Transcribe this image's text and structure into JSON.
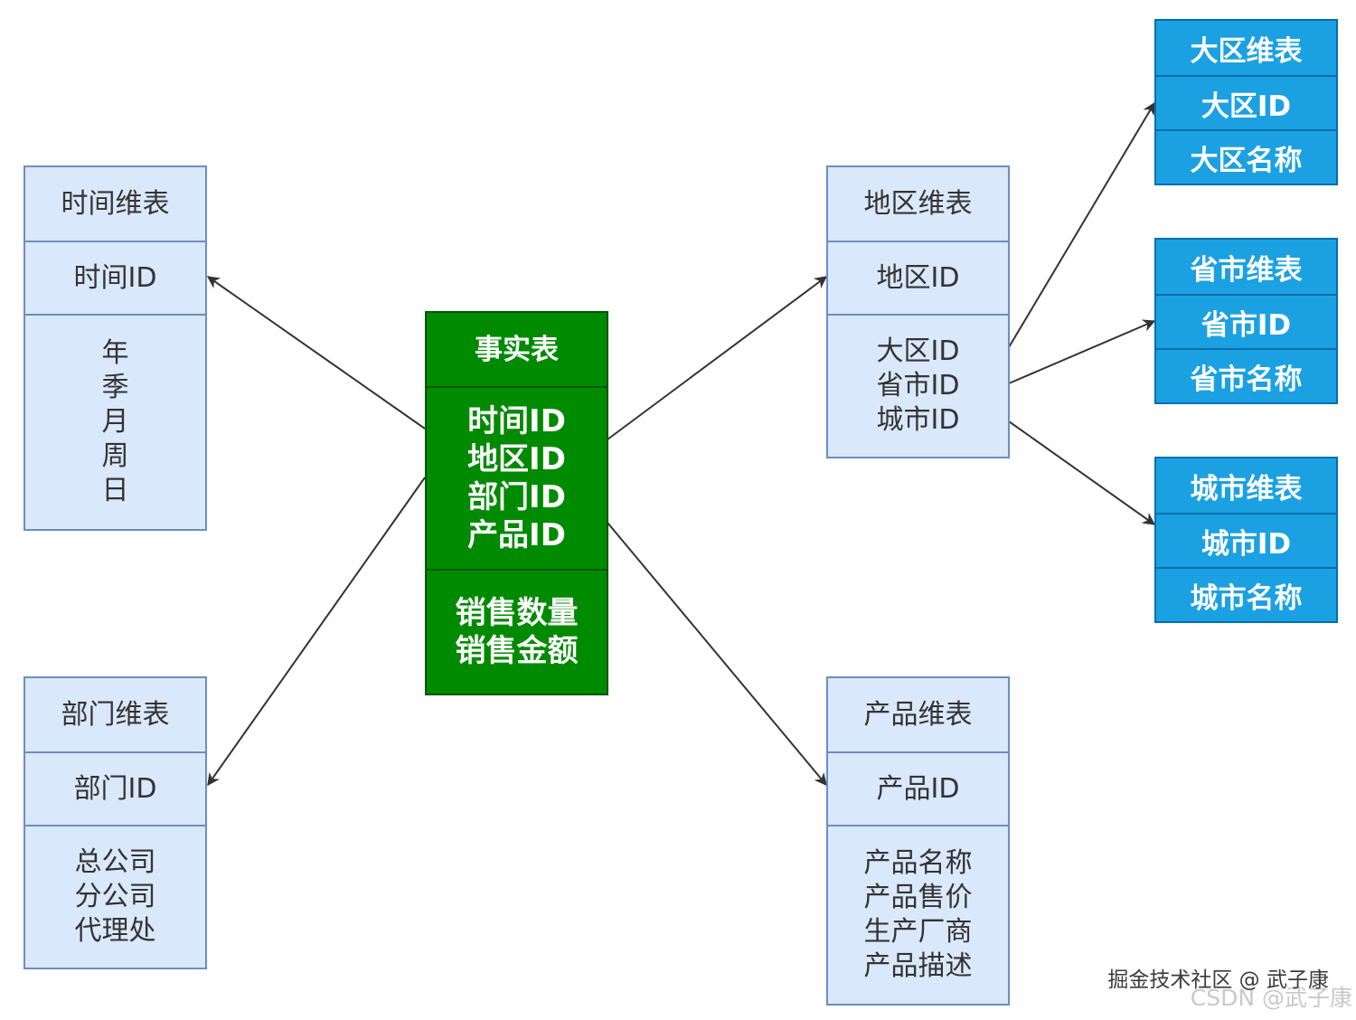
{
  "colors": {
    "dimension_fill": "#dae8fc",
    "dimension_border": "#6c8ebf",
    "fact_fill": "#008a00",
    "sub_fill": "#1ba1e2",
    "arrow": "#333333"
  },
  "fact_table": {
    "title": "事实表",
    "keys": "时间ID\n地区ID\n部门ID\n产品ID",
    "measures": "销售数量\n销售金额"
  },
  "time_table": {
    "title": "时间维表",
    "key": "时间ID",
    "attrs": "年\n季\n月\n周\n日"
  },
  "dept_table": {
    "title": "部门维表",
    "key": "部门ID",
    "attrs": "总公司\n分公司\n代理处"
  },
  "region_table": {
    "title": "地区维表",
    "key": "地区ID",
    "attrs": "大区ID\n省市ID\n城市ID"
  },
  "product_table": {
    "title": "产品维表",
    "key": "产品ID",
    "attrs": "产品名称\n产品售价\n生产厂商\n产品描述"
  },
  "area_table": {
    "title": "大区维表",
    "key": "大区ID",
    "name": "大区名称"
  },
  "province_table": {
    "title": "省市维表",
    "key": "省市ID",
    "name": "省市名称"
  },
  "city_table": {
    "title": "城市维表",
    "key": "城市ID",
    "name": "城市名称"
  },
  "watermarks": {
    "juejin": "掘金技术社区 @ 武子康",
    "csdn": "CSDN @武子康"
  }
}
